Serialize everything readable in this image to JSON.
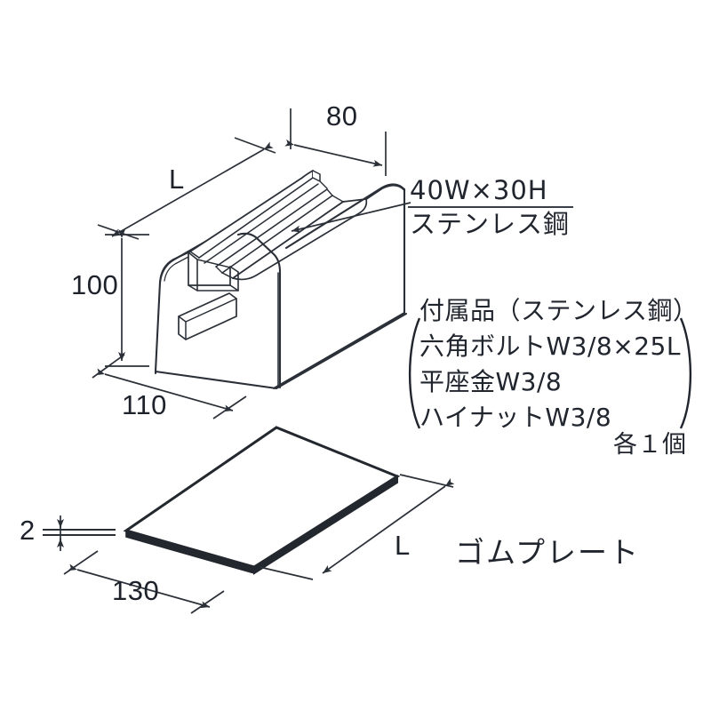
{
  "drawing": {
    "title_context": "technical-product-drawing",
    "stroke_color": "#2b3038",
    "fill_color": "#ffffff",
    "edge_dark_color": "#23272e"
  },
  "dimensions": {
    "block_length": "L",
    "block_top_width": "80",
    "block_height": "100",
    "block_base_width": "110",
    "plate_length": "L",
    "plate_width": "130",
    "plate_thickness": "2"
  },
  "annotations": {
    "channel_size": "40W×30H",
    "channel_material": "ステンレス鋼",
    "accessories_heading": "付属品（ステンレス鋼）",
    "accessory_1": "六角ボルトW3/8×25L",
    "accessory_2": "平座金W3/8",
    "accessory_3": "ハイナットW3/8",
    "accessory_qty": "各１個",
    "plate_name": "ゴムプレート"
  }
}
